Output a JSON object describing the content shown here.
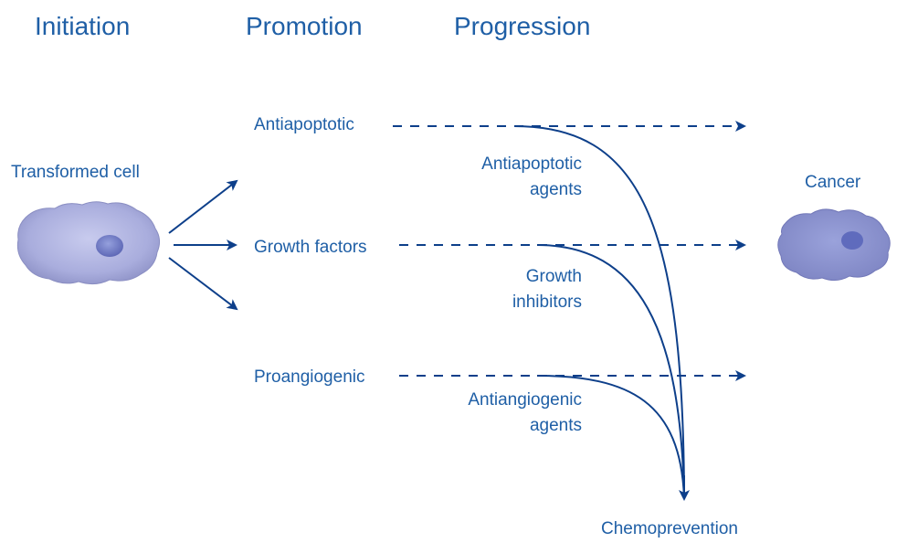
{
  "stages": {
    "initiation": "Initiation",
    "promotion": "Promotion",
    "progression": "Progression"
  },
  "nodes": {
    "transformed_cell": "Transformed cell",
    "cancer": "Cancer",
    "antiapoptotic": "Antiapoptotic",
    "growth_factors": "Growth factors",
    "proangiogenic": "Proangiogenic",
    "chemoprevention": "Chemoprevention"
  },
  "agents": {
    "antiapoptotic_line1": "Antiapoptotic",
    "antiapoptotic_line2": "agents",
    "growth_line1": "Growth",
    "growth_line2": "inhibitors",
    "antiangiogenic_line1": "Antiangiogenic",
    "antiangiogenic_line2": "agents"
  },
  "colors": {
    "text": "#1f5fa6",
    "arrow": "#0d3f8a",
    "cell_fill": "#a7abdb",
    "cell_edge": "#7f82b8",
    "nucleus": "#6d78c4"
  }
}
